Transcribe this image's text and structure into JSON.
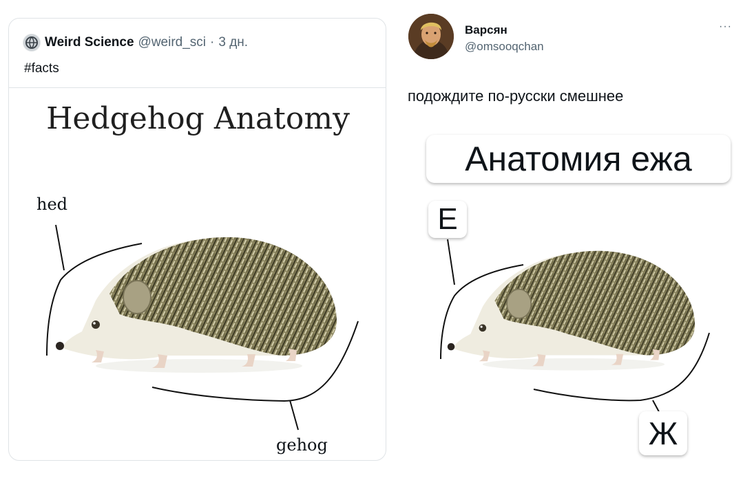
{
  "quote": {
    "author_name": "Weird Science",
    "handle": "@weird_sci",
    "separator": "·",
    "time": "3 дн.",
    "hashtag": "#facts",
    "image": {
      "title": "Hedgehog Anatomy",
      "label_top": "hed",
      "label_bottom": "gehog"
    }
  },
  "tweet": {
    "author_name": "Варсян",
    "handle": "@omsooqchan",
    "more": "···",
    "text": "подождите по-русски смешнее",
    "image": {
      "title": "Анатомия ежа",
      "label_top": "Е",
      "label_bottom": "Ж"
    }
  },
  "colors": {
    "secondary_text": "#536471",
    "border": "#dfe3e6",
    "text": "#0f1419"
  },
  "icons": {
    "quote_avatar": "globe-avatar-icon",
    "author_avatar": "portrait-avatar",
    "more": "more-icon"
  }
}
